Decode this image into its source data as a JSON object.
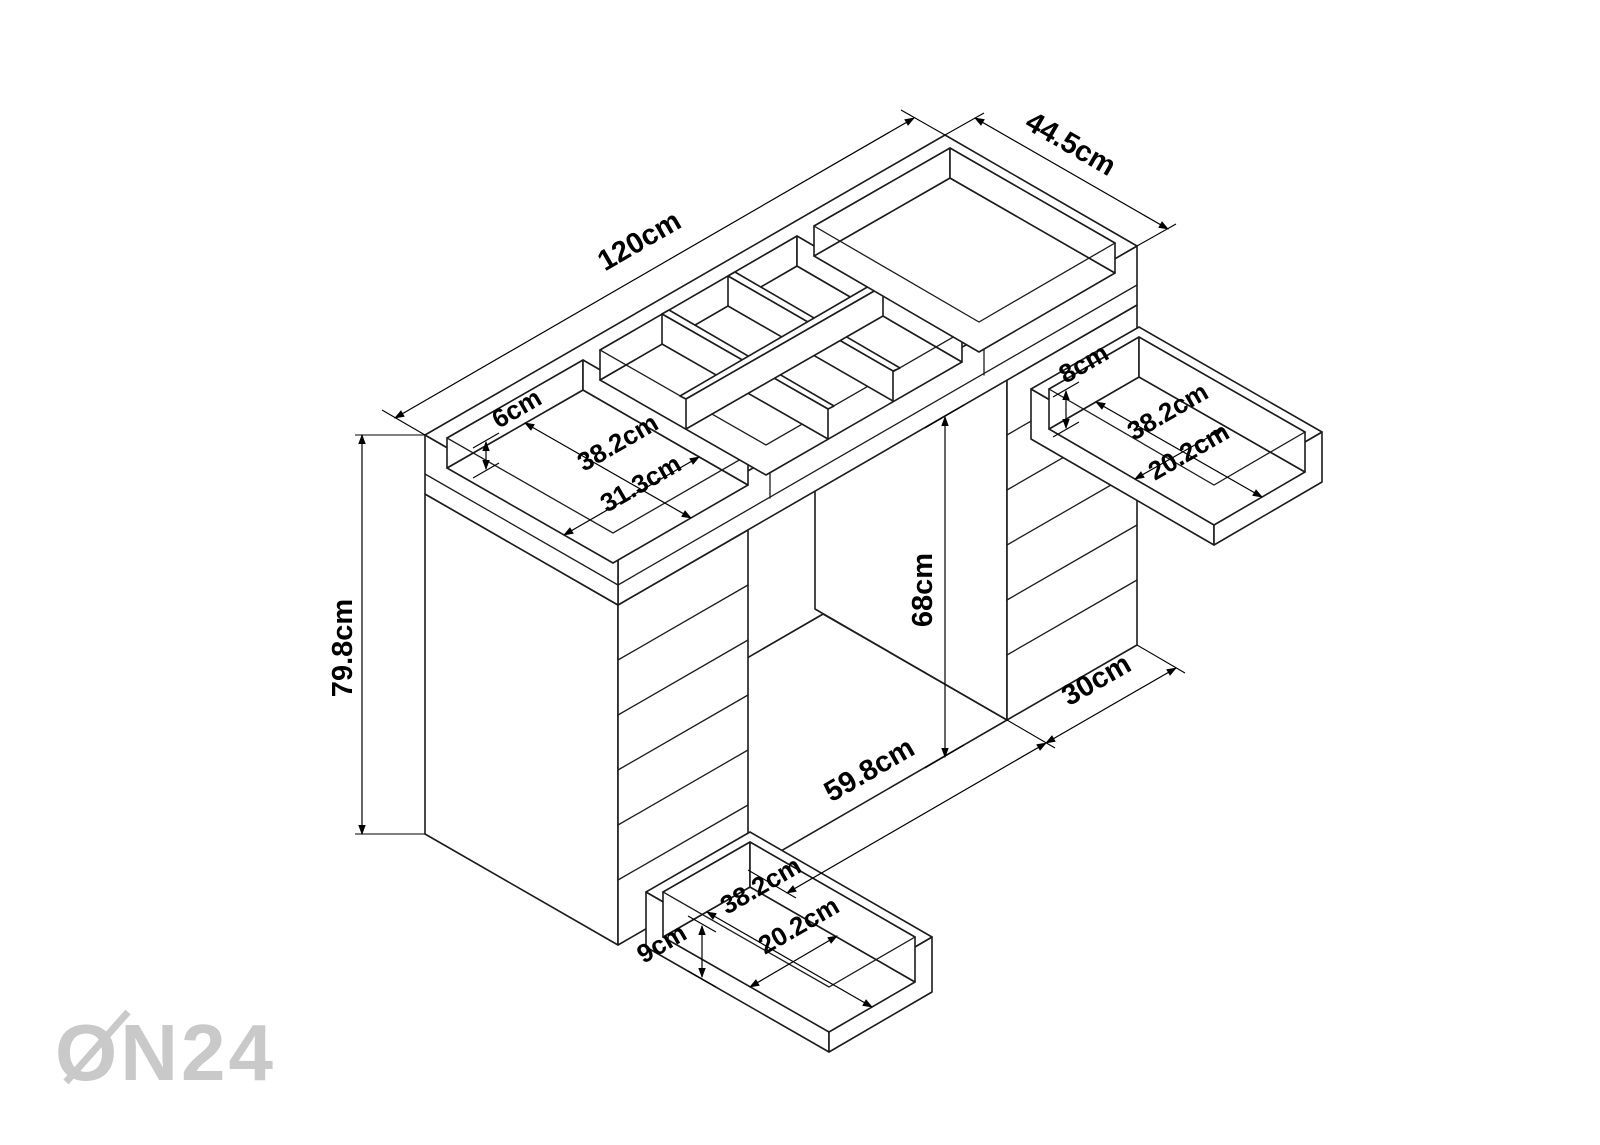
{
  "dims": {
    "total_width": "120cm",
    "total_depth": "44.5cm",
    "total_height": "79.8cm",
    "clearance_height": "68cm",
    "knee_width": "59.8cm",
    "pedestal_width": "30cm",
    "tray_height": "6cm",
    "tray_depth": "38.2cm",
    "tray_width": "31.3cm",
    "rdrawer_height": "8cm",
    "rdrawer_depth": "38.2cm",
    "rdrawer_width": "20.2cm",
    "ldrawer_depth": "38.2cm",
    "ldrawer_width": "20.2cm",
    "ldrawer_height": "9cm"
  },
  "colors": {
    "line": "#1c1c1c",
    "dimension": "#000000",
    "watermark": "#c9c9c9",
    "background": "#ffffff"
  },
  "watermark": {
    "text": "ON24"
  }
}
